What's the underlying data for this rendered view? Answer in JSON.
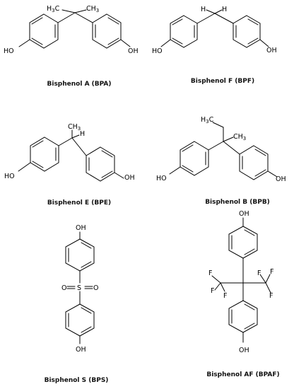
{
  "molecules": [
    {
      "caption": "Bisphenol A (BPA)",
      "labels": {
        "left_oh": "HO",
        "right_oh": "OH",
        "top_left": "H",
        "top_left_sub": "3",
        "top_left_suffix": "C",
        "top_right": "CH",
        "top_right_sub": "3"
      }
    },
    {
      "caption": "Bisphenol F (BPF)",
      "labels": {
        "left_oh": "HO",
        "right_oh": "OH",
        "top_left": "H",
        "top_right": "H"
      }
    },
    {
      "caption": "Bisphenol E (BPE)",
      "labels": {
        "left_oh": "HO",
        "right_oh": "OH",
        "top": "CH",
        "top_sub": "3",
        "h": "H"
      }
    },
    {
      "caption": "Bisphenol B (BPB)",
      "labels": {
        "left_oh": "HO",
        "right_oh": "OH",
        "ethyl": "H",
        "ethyl_sub": "3",
        "ethyl_suffix": "C",
        "methyl": "CH",
        "methyl_sub": "3"
      }
    },
    {
      "caption": "Bisphenol S (BPS)",
      "labels": {
        "top_oh": "OH",
        "bottom_oh": "OH",
        "o_left": "O",
        "s": "S",
        "o_right": "O"
      }
    },
    {
      "caption": "Bisphenol AF (BPAF)",
      "labels": {
        "top_oh": "OH",
        "bottom_oh": "OH",
        "f": "F"
      }
    }
  ]
}
